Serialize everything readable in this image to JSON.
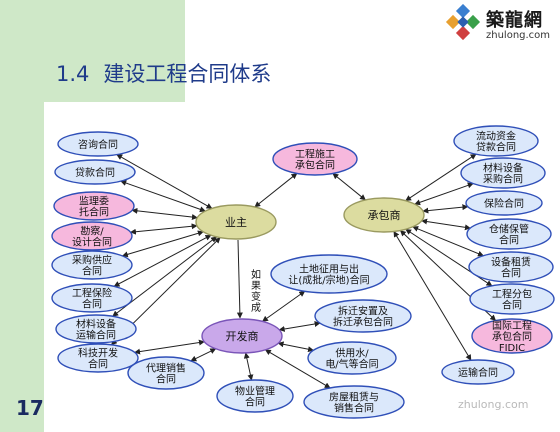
{
  "title": {
    "number": "1.4",
    "text": "建设工程合同体系"
  },
  "page_number": "17",
  "logo": {
    "name": "築龍網",
    "site": "zhulong.com"
  },
  "watermark": "zhulong.com",
  "colors": {
    "green_band": "#cfe8c8",
    "title_blue": "#1f3b8a",
    "node_blue": "#dbe8fb",
    "node_border": "#2f4fb8",
    "node_pink": "#f6b8dd",
    "hub_olive": "#dcdca0",
    "hub_lilac": "#c9a8ea",
    "arrow": "#222222"
  },
  "hubs": [
    {
      "id": "owner",
      "label": "业主",
      "fill": "#dcdca0"
    },
    {
      "id": "contractor",
      "label": "承包商",
      "fill": "#dcdca0"
    },
    {
      "id": "developer",
      "label": "开发商",
      "fill": "#c9a8ea"
    }
  ],
  "nodes": [
    {
      "id": "n1",
      "lines": [
        "咨询合同"
      ],
      "color": "blue"
    },
    {
      "id": "n2",
      "lines": [
        "贷款合同"
      ],
      "color": "blue"
    },
    {
      "id": "n3",
      "lines": [
        "监理委",
        "托合同"
      ],
      "color": "pink"
    },
    {
      "id": "n4",
      "lines": [
        "勘察/",
        "设计合同"
      ],
      "color": "pink"
    },
    {
      "id": "n5",
      "lines": [
        "采购供应",
        "合同"
      ],
      "color": "blue"
    },
    {
      "id": "n6",
      "lines": [
        "工程保险",
        "合同"
      ],
      "color": "blue"
    },
    {
      "id": "n7",
      "lines": [
        "材料设备",
        "运输合同"
      ],
      "color": "blue"
    },
    {
      "id": "n8",
      "lines": [
        "科技开发",
        "合同"
      ],
      "color": "blue"
    },
    {
      "id": "n9",
      "lines": [
        "工程施工",
        "承包合同"
      ],
      "color": "pink"
    },
    {
      "id": "n10",
      "lines": [
        "流动资金",
        "贷款合同"
      ],
      "color": "blue"
    },
    {
      "id": "n11",
      "lines": [
        "材料设备",
        "采购合同"
      ],
      "color": "blue"
    },
    {
      "id": "n12",
      "lines": [
        "保险合同"
      ],
      "color": "blue"
    },
    {
      "id": "n13",
      "lines": [
        "仓储保管",
        "合同"
      ],
      "color": "blue"
    },
    {
      "id": "n14",
      "lines": [
        "设备租赁",
        "合同"
      ],
      "color": "blue"
    },
    {
      "id": "n15",
      "lines": [
        "工程分包",
        "合同"
      ],
      "color": "blue"
    },
    {
      "id": "n16",
      "lines": [
        "国际工程",
        "承包合同",
        "FIDIC"
      ],
      "color": "pink"
    },
    {
      "id": "n17",
      "lines": [
        "运输合同"
      ],
      "color": "blue"
    },
    {
      "id": "n18",
      "lines": [
        "土地征用与出",
        "让(成批/宗地)合同"
      ],
      "color": "blue"
    },
    {
      "id": "n19",
      "lines": [
        "拆迁安置及",
        "拆迁承包合同"
      ],
      "color": "blue"
    },
    {
      "id": "n20",
      "lines": [
        "供用水/",
        "电/气等合同"
      ],
      "color": "blue"
    },
    {
      "id": "n21",
      "lines": [
        "房屋租赁与",
        "销售合同"
      ],
      "color": "blue"
    },
    {
      "id": "n22",
      "lines": [
        "物业管理",
        "合同"
      ],
      "color": "blue"
    },
    {
      "id": "n23",
      "lines": [
        "代理销售",
        "合同"
      ],
      "color": "blue"
    }
  ],
  "edges": [
    [
      "owner",
      "n1"
    ],
    [
      "owner",
      "n2"
    ],
    [
      "owner",
      "n3"
    ],
    [
      "owner",
      "n4"
    ],
    [
      "owner",
      "n5"
    ],
    [
      "owner",
      "n6"
    ],
    [
      "owner",
      "n7"
    ],
    [
      "owner",
      "n8"
    ],
    [
      "owner",
      "n9"
    ],
    [
      "contractor",
      "n9"
    ],
    [
      "contractor",
      "n10"
    ],
    [
      "contractor",
      "n11"
    ],
    [
      "contractor",
      "n12"
    ],
    [
      "contractor",
      "n13"
    ],
    [
      "contractor",
      "n14"
    ],
    [
      "contractor",
      "n15"
    ],
    [
      "contractor",
      "n16"
    ],
    [
      "contractor",
      "n17"
    ],
    [
      "developer",
      "n18"
    ],
    [
      "developer",
      "n19"
    ],
    [
      "developer",
      "n20"
    ],
    [
      "developer",
      "n21"
    ],
    [
      "developer",
      "n22"
    ],
    [
      "developer",
      "n23"
    ],
    [
      "developer",
      "n8"
    ]
  ],
  "owner_to_developer_label": "如果变成"
}
